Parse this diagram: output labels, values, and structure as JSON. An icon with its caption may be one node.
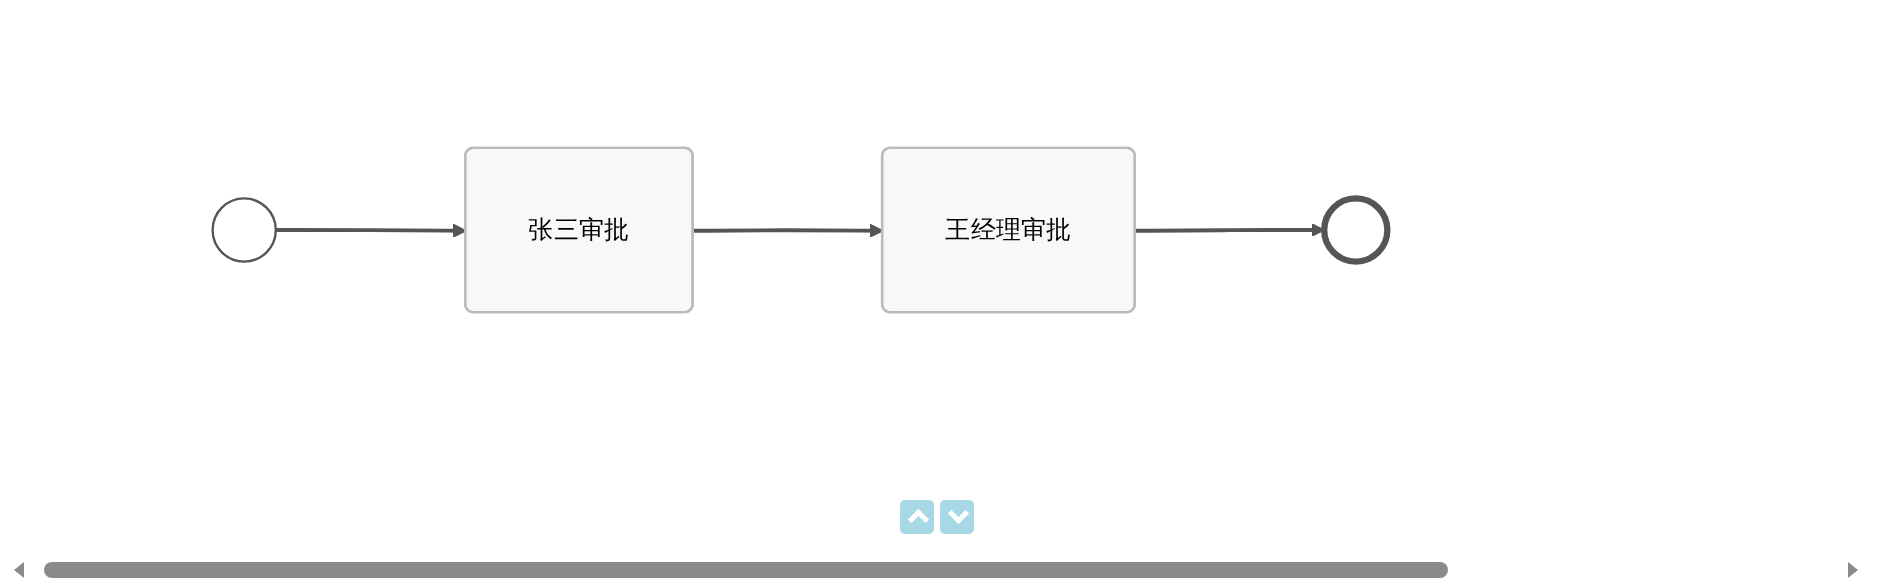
{
  "diagram": {
    "nodes": [
      {
        "text": [],
        "shape": "circle"
      },
      {
        "text": [
          "张三审批"
        ]
      },
      {
        "text": [
          "王经理审批"
        ]
      },
      {
        "text": [],
        "shape": "circle"
      }
    ],
    "edges": [
      {
        "from": 0,
        "to": 1,
        "arrow": "to"
      },
      {
        "from": 1,
        "to": 2,
        "arrow": "to"
      },
      {
        "from": 2,
        "to": 3,
        "arrow": "to"
      }
    ]
  }
}
